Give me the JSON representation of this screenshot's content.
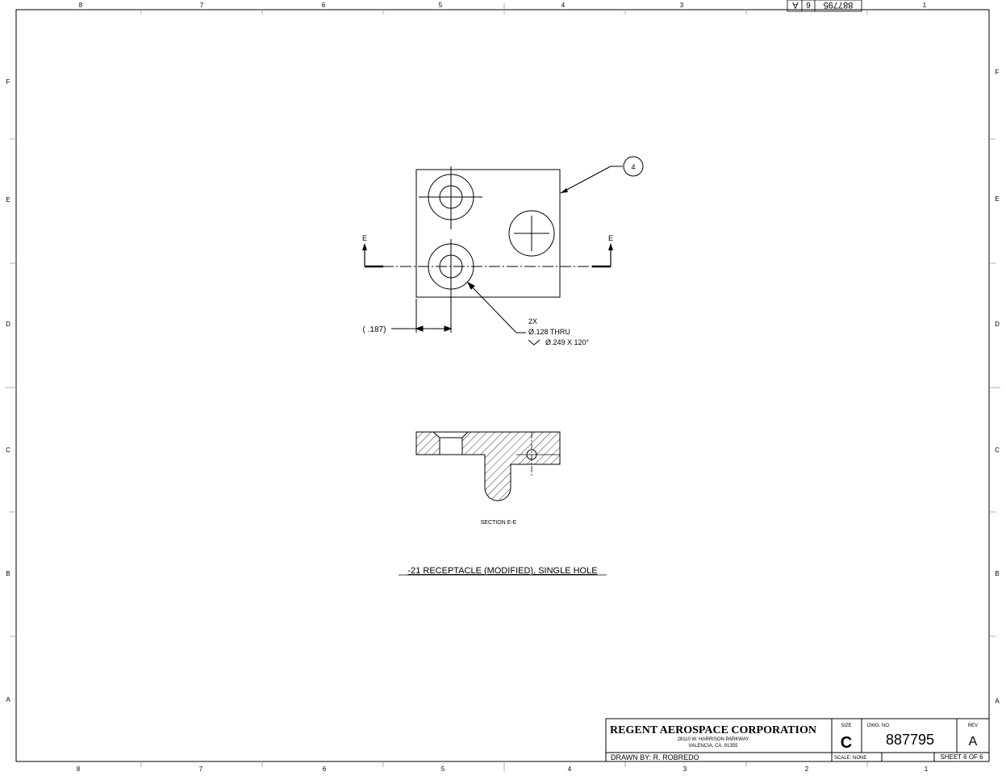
{
  "zones_top": [
    "8",
    "7",
    "6",
    "5",
    "4",
    "3",
    "1"
  ],
  "zones_bottom": [
    "8",
    "7",
    "6",
    "5",
    "4",
    "3",
    "2",
    "1"
  ],
  "rows_left": [
    "F",
    "E",
    "D",
    "C",
    "B",
    "A"
  ],
  "rows_right": [
    "F",
    "E",
    "D",
    "C",
    "B",
    "A"
  ],
  "top_stamp": {
    "dwg": "887795",
    "sheet": "6",
    "rev": "A"
  },
  "drawing": {
    "balloon": "4",
    "section_letter_left": "E",
    "section_letter_right": "E",
    "ref_dim": "( .187)",
    "note_line1": "2X",
    "note_line2": "Ø.128 THRU",
    "note_line3": "Ø.249 X 120°",
    "section_label": "SECTION E-E",
    "part_title": "-21 RECEPTACLE (MODIFIED), SINGLE HOLE"
  },
  "title_block": {
    "company": "REGENT AEROSPACE CORPORATION",
    "address1": "28110 W. HARRISON PARKWAY",
    "address2": "VALENCIA, CA. 91355",
    "drawn_by": "DRAWN BY:  R. ROBREDO",
    "size_label": "SIZE",
    "size_value": "C",
    "dwg_label": "DWG. NO.",
    "dwg_value": "887795",
    "rev_label": "REV",
    "rev_value": "A",
    "scale": "SCALE: NONE",
    "sheet": "SHEET 6 OF 6"
  }
}
